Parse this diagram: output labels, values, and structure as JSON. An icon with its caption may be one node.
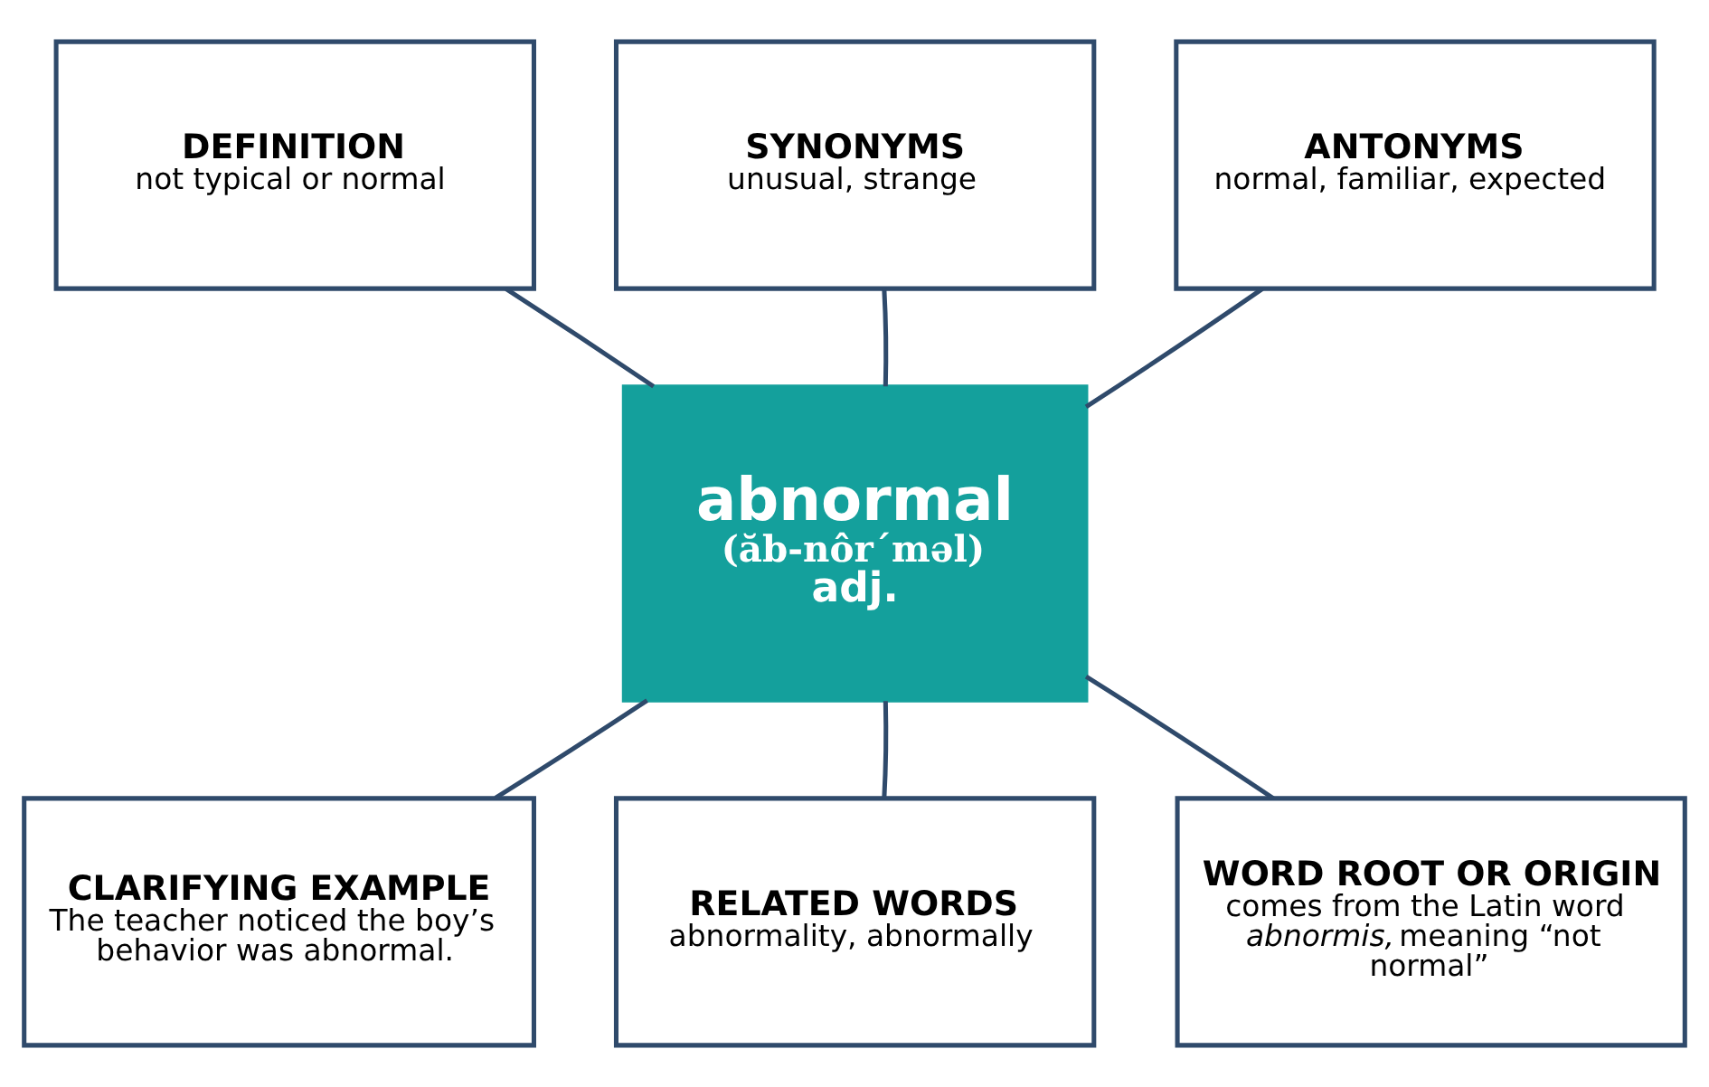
{
  "diagram": {
    "nodes": [
      {
        "text": [
          "SYNONYMS",
          "unusual, strange"
        ]
      },
      {
        "text": [
          "DEFINITION",
          "not typical or normal"
        ]
      },
      {
        "text": [
          "ANTONYMS",
          "normal, familiar, expected"
        ]
      },
      {
        "text": [
          "abnormal",
          "(ăb-nôr´məl)",
          "adj."
        ]
      },
      {
        "text": [
          "CLARIFYING EXAMPLE",
          "The teacher noticed the boy’s behavior was abnormal."
        ]
      },
      {
        "text": [
          "WORD ROOT OR ORIGIN",
          "comes from the Latin word *abnormis,* meaning “not normal”"
        ]
      },
      {
        "text": [
          "RELATED WORDS",
          "abnormality, abnormally"
        ]
      }
    ],
    "edges": [
      {
        "from": 3,
        "to": 0,
        "arrow": "none"
      },
      {
        "from": 3,
        "to": 1,
        "arrow": "none"
      },
      {
        "from": 3,
        "to": 2,
        "arrow": "none"
      },
      {
        "from": 3,
        "to": 4,
        "arrow": "none"
      },
      {
        "from": 3,
        "to": 5,
        "arrow": "none"
      },
      {
        "from": 3,
        "to": 6,
        "arrow": "none"
      }
    ]
  }
}
